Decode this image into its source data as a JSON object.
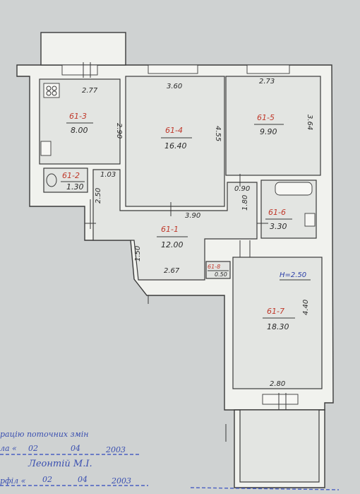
{
  "rooms": [
    {
      "id": "61-1",
      "area": "12.00"
    },
    {
      "id": "61-2",
      "area": "1.30"
    },
    {
      "id": "61-3",
      "area": "8.00"
    },
    {
      "id": "61-4",
      "area": "16.40"
    },
    {
      "id": "61-5",
      "area": "9.90"
    },
    {
      "id": "61-6",
      "area": "3.30"
    },
    {
      "id": "61-7",
      "area": "18.30"
    },
    {
      "id": "61-8",
      "area": "0.50"
    }
  ],
  "dimensions": {
    "d277": "2.77",
    "d290": "2.90",
    "d360": "3.60",
    "d455": "4.55",
    "d273": "2.73",
    "d364": "3.64",
    "d103": "1.03",
    "d250": "2.50",
    "d390": "3.90",
    "d090": "0.90",
    "d180": "1.80",
    "d150": "1.50",
    "d267": "2.67",
    "d440": "4.40",
    "d280": "2.80"
  },
  "ceiling_height": "H=2.50",
  "stamp": {
    "line1": "рацію поточних змін",
    "line2_prefix": "ла «",
    "line2_day": "02",
    "line2_month": "04",
    "line2_year": "2003",
    "line3": "Леонтій М.І.",
    "line4_prefix": "рфіл «",
    "line4_day": "02",
    "line4_month": "04",
    "line4_year": "2003"
  },
  "colors": {
    "room_id": "#c0392b",
    "height_label": "#2b3fa8",
    "stamp": "#3a4fb0"
  }
}
